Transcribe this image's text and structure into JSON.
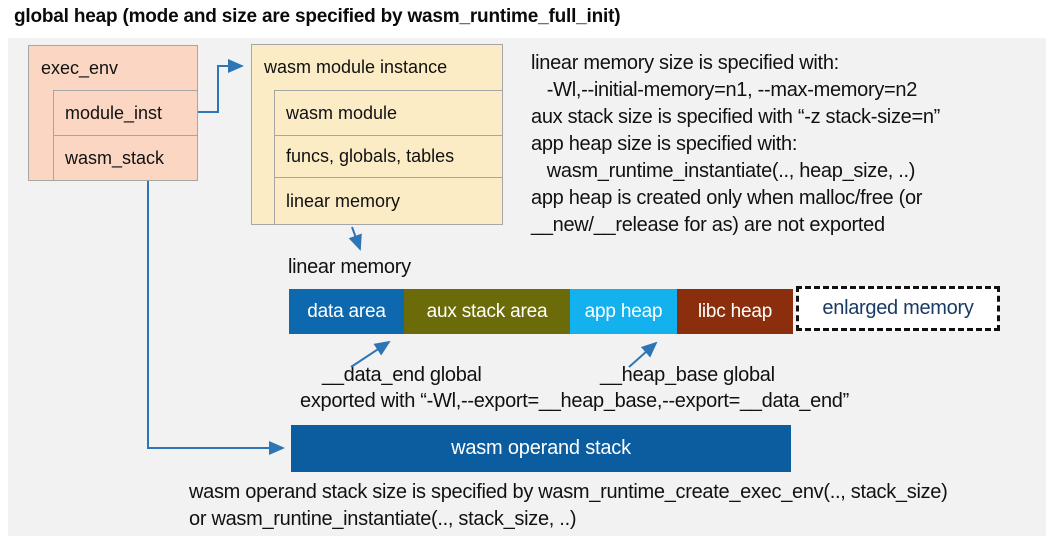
{
  "title": "global heap (mode and size are specified by wasm_runtime_full_init)",
  "exec_env": {
    "title": "exec_env",
    "rows": [
      "module_inst",
      "wasm_stack"
    ]
  },
  "module_instance": {
    "title": "wasm module instance",
    "rows": [
      "wasm module",
      "funcs, globals, tables",
      "linear memory"
    ]
  },
  "notes_right": {
    "lines": [
      "linear memory size is specified with:",
      "   -Wl,--initial-memory=n1, --max-memory=n2",
      "aux stack size is specified with “-z stack-size=n”",
      "app heap size is specified with:",
      "   wasm_runtime_instantiate(.., heap_size, ..)",
      "app heap is created only when malloc/free (or",
      "__new/__release for as) are not exported"
    ]
  },
  "linear_memory": {
    "label": "linear memory",
    "segments": [
      {
        "label": "data area",
        "color": "#0e68ae"
      },
      {
        "label": "aux stack area",
        "color": "#6b6c09"
      },
      {
        "label": "app heap",
        "color": "#14b1ef"
      },
      {
        "label": "libc heap",
        "color": "#8b2e0e"
      }
    ],
    "enlarged_label": "enlarged memory",
    "data_end_label": "__data_end global",
    "heap_base_label": "__heap_base global",
    "exported_note": "exported with “-Wl,--export=__heap_base,--export=__data_end”"
  },
  "operand_stack": {
    "label": "wasm operand stack",
    "notes": [
      "wasm operand stack size is specified by wasm_runtime_create_exec_env(.., stack_size)",
      "or wasm_runtine_instantiate(.., stack_size, ..)"
    ]
  },
  "colors": {
    "panel_bg": "#f2f2f2",
    "box_peach": "#fbd7c3",
    "box_cream": "#fcecc6",
    "box_border": "#a6a6a6",
    "arrow_blue": "#2e75b6",
    "data_area": "#0e68ae",
    "aux_stack": "#6b6c09",
    "app_heap": "#14b1ef",
    "libc_heap": "#8b2e0e",
    "operand_stack_bar": "#0b5d9f",
    "enlarged_text": "#1a3a66"
  }
}
